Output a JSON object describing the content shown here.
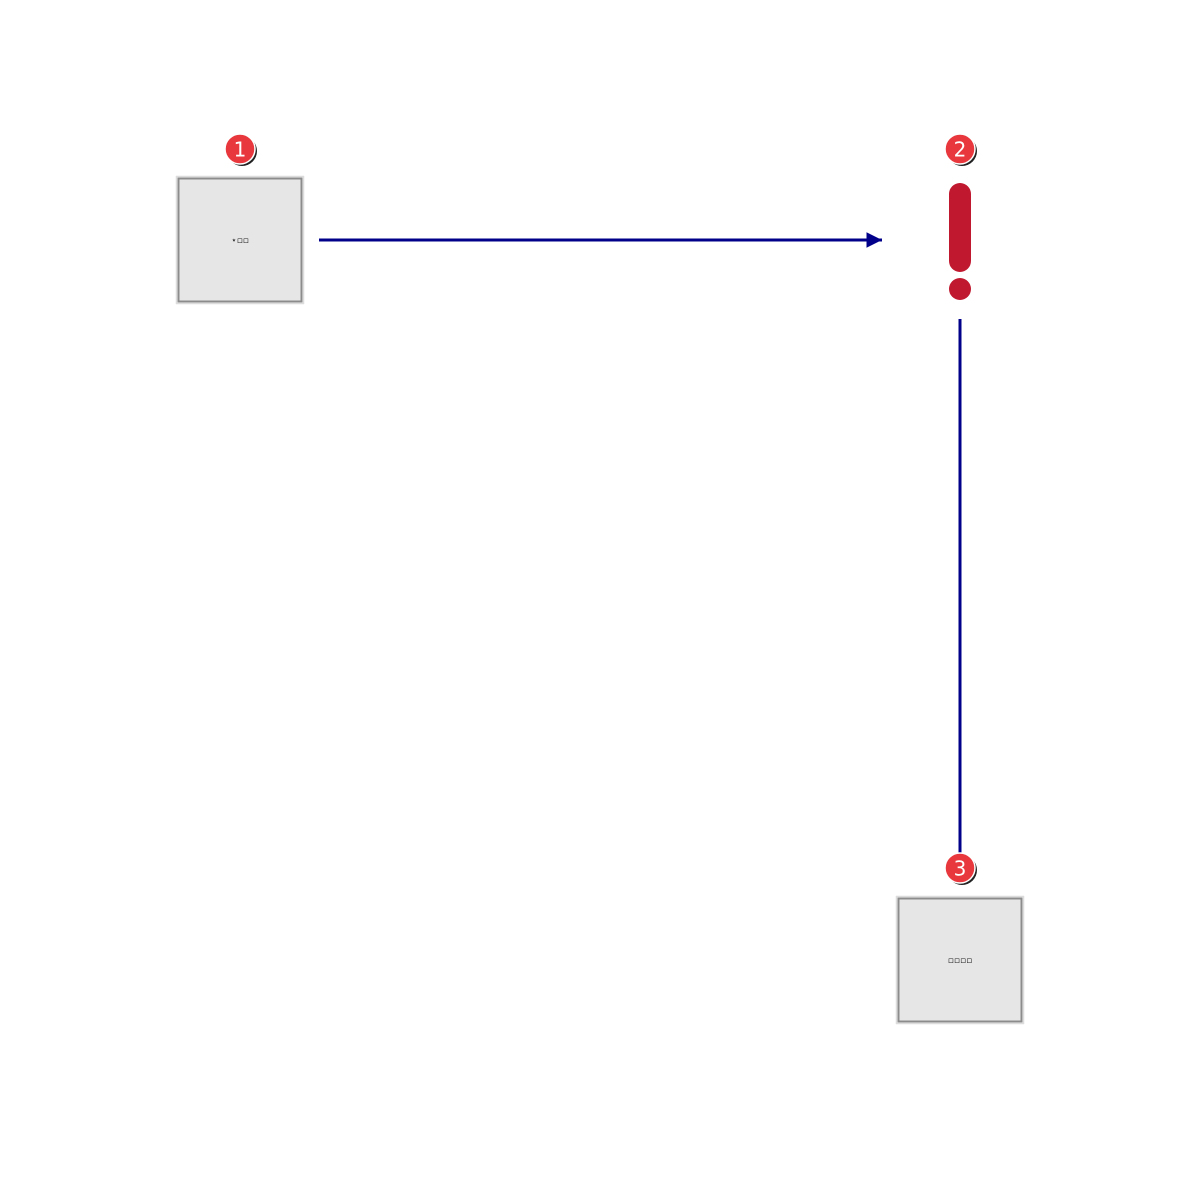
{
  "diagram": {
    "colors": {
      "connector": "#00008b",
      "badge": "#e8383d",
      "badge_shadow": "#222222",
      "node_fill": "#e6e6e6",
      "node_border": "#8c8c8c",
      "alert": "#c0182f"
    },
    "nodes": [
      {
        "badge": "1",
        "label": "⋆▫▫",
        "icon": "image-placeholder"
      },
      {
        "badge": "2",
        "label": "",
        "icon": "exclamation-icon"
      },
      {
        "badge": "3",
        "label": "▫▫▫▫",
        "icon": "image-placeholder"
      }
    ],
    "connectors": [
      {
        "from": "1",
        "to": "2",
        "arrow": true
      },
      {
        "from": "2",
        "to": "3",
        "arrow": false
      }
    ]
  }
}
